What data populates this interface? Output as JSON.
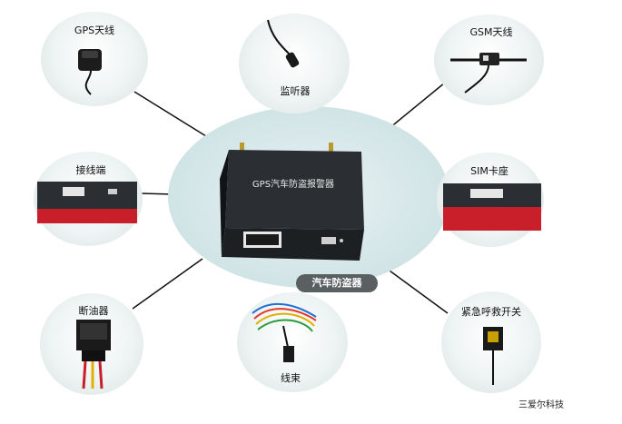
{
  "center": {
    "device_label": "GPS汽车防盗报警器",
    "caption": "汽车防盗器"
  },
  "components": {
    "gps_antenna": "GPS天线",
    "listener": "监听器",
    "gsm_antenna": "GSM天线",
    "terminal": "接线端",
    "sim_slot": "SIM卡座",
    "cutoff_relay": "断油器",
    "harness": "线束",
    "emergency_switch": "紧急呼救开关"
  },
  "brand": "三爱尔科技",
  "colors": {
    "device_body": "#2a2e31",
    "bubble_tint": "#d7e2e2",
    "center_tint": "#c5dcdf",
    "pill_bg": "#5a5f62",
    "connector_red": "#c81f2a"
  }
}
